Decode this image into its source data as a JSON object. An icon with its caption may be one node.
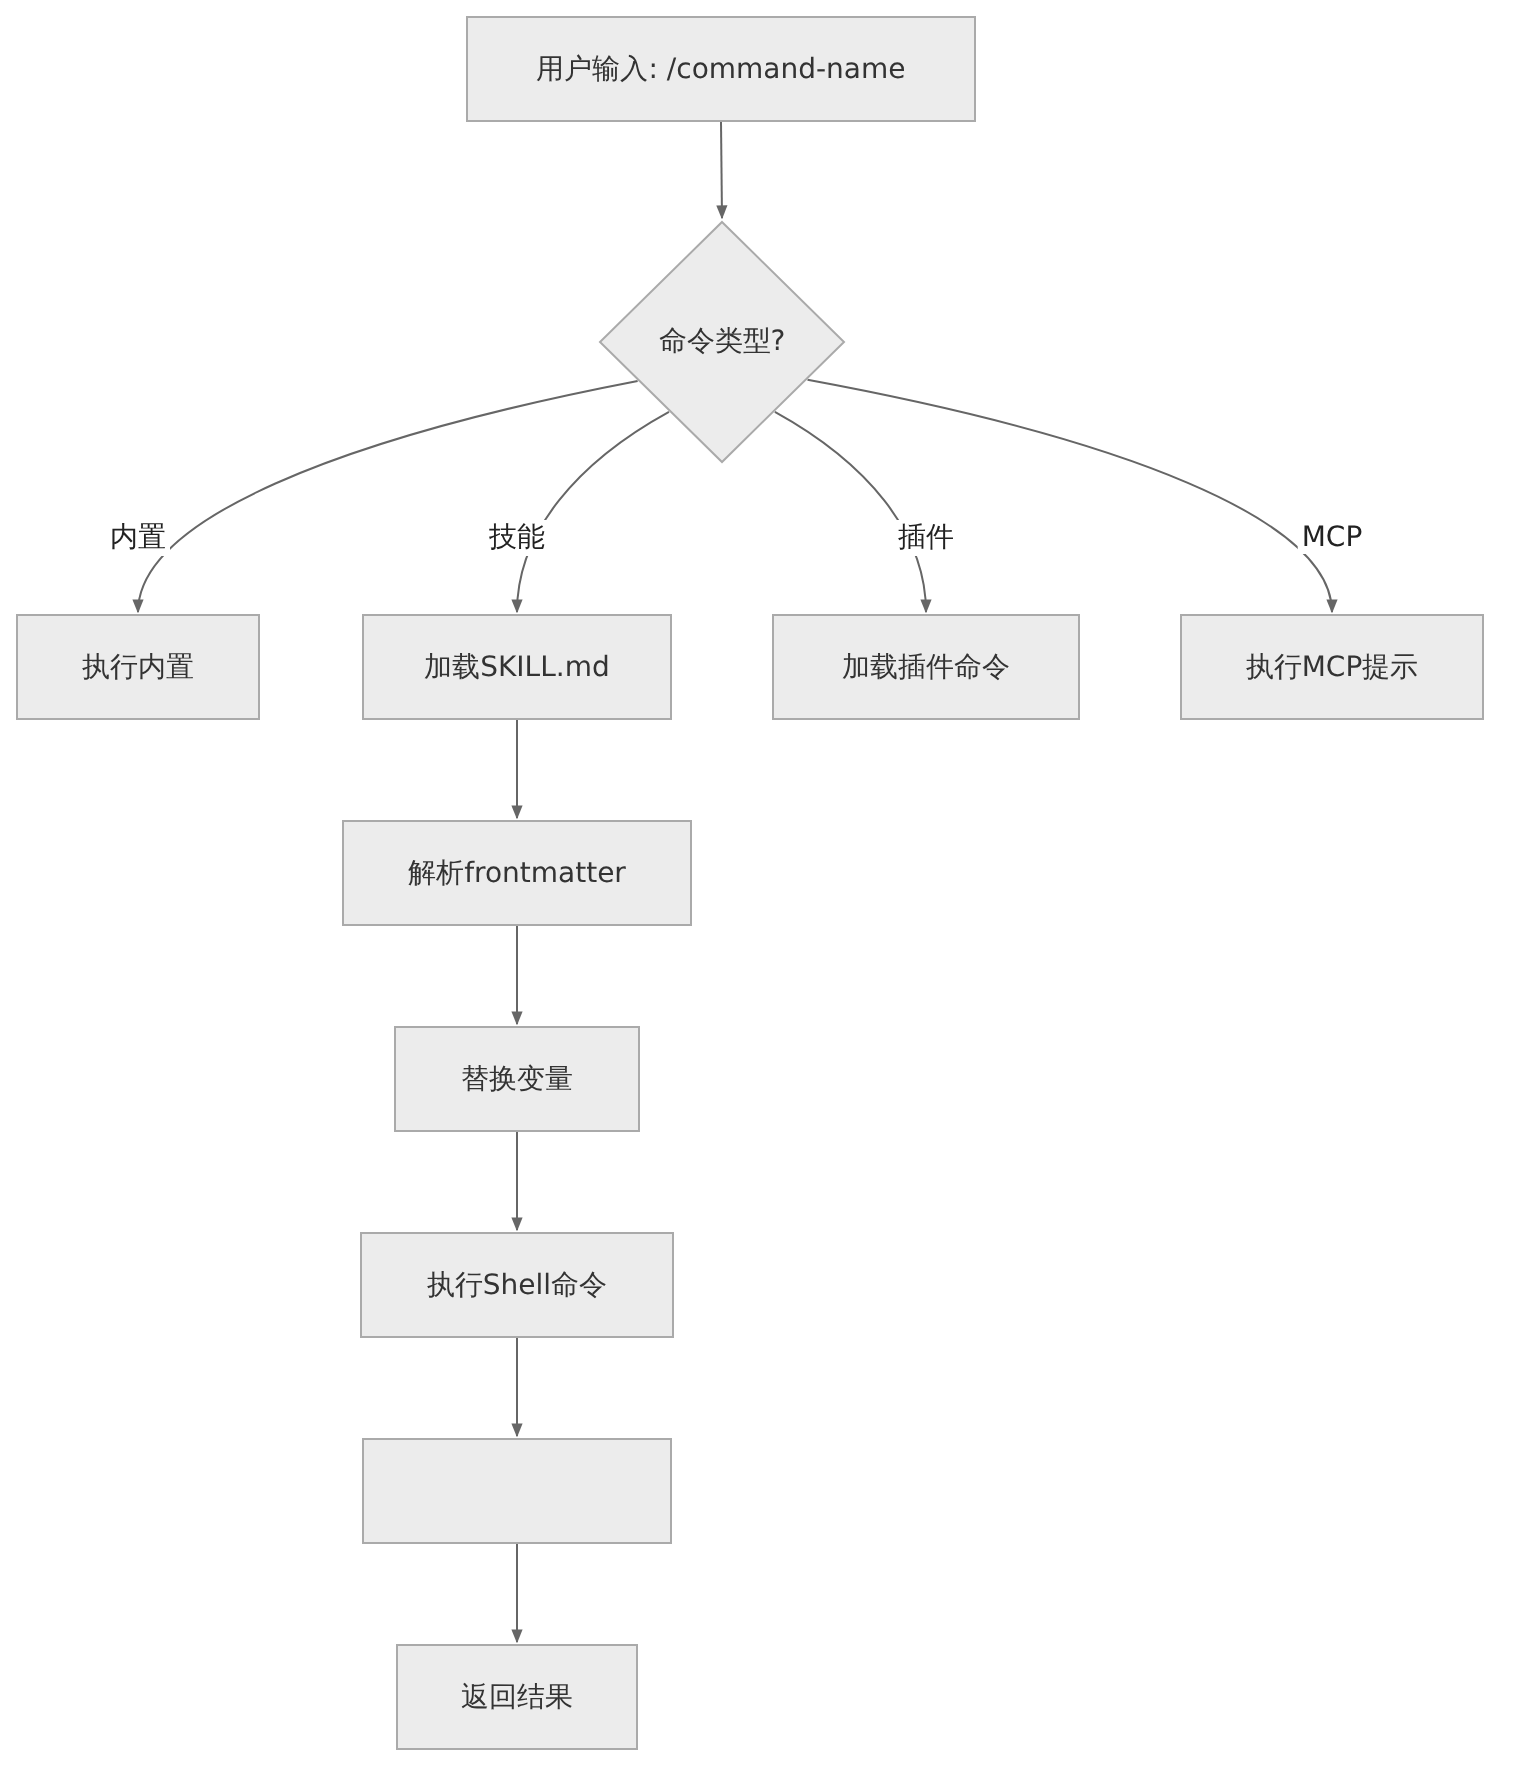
{
  "diagram": {
    "nodes": [
      {
        "text": [
          "用户输入: /command-name"
        ]
      },
      {
        "text": [
          "命令类型?"
        ]
      },
      {
        "text": [
          "执行内置"
        ]
      },
      {
        "text": [
          "加载SKILL.md"
        ]
      },
      {
        "text": [
          "加载插件命令"
        ]
      },
      {
        "text": [
          "执行MCP提示"
        ]
      },
      {
        "text": [
          "解析frontmatter"
        ]
      },
      {
        "text": [
          "替换变量"
        ]
      },
      {
        "text": [
          "执行Shell命令"
        ]
      },
      {
        "text": [],
        "shape": "box"
      },
      {
        "text": [
          "返回结果"
        ]
      }
    ],
    "edges": [
      {
        "from": 0,
        "to": 1,
        "arrow": "to"
      },
      {
        "from": 1,
        "to": 2,
        "arrow": "to",
        "label": "内置"
      },
      {
        "from": 1,
        "to": 3,
        "arrow": "to",
        "label": "技能"
      },
      {
        "from": 1,
        "to": 4,
        "arrow": "to",
        "label": "插件"
      },
      {
        "from": 1,
        "to": 5,
        "arrow": "to",
        "label": "MCP"
      },
      {
        "from": 3,
        "to": 6,
        "arrow": "to"
      },
      {
        "from": 6,
        "to": 7,
        "arrow": "to"
      },
      {
        "from": 7,
        "to": 8,
        "arrow": "to"
      },
      {
        "from": 8,
        "to": 9,
        "arrow": "to"
      },
      {
        "from": 9,
        "to": 10,
        "arrow": "to"
      }
    ]
  }
}
